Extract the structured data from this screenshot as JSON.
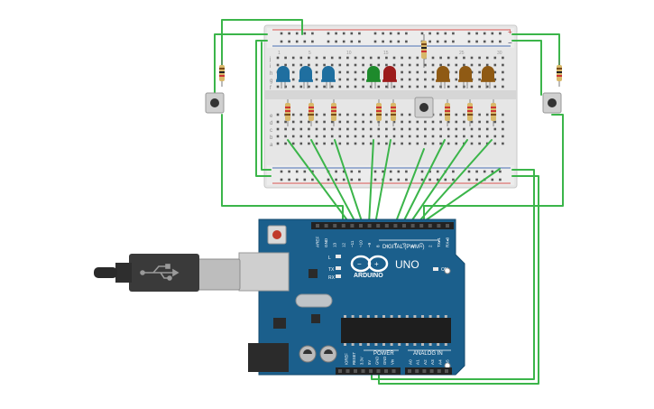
{
  "board": {
    "brand": "ARDUINO",
    "model": "UNO",
    "digital_label": "DIGITAL (PWM~)",
    "power_label": "POWER",
    "analog_label": "ANALOG IN",
    "led_labels": [
      "L",
      "TX",
      "RX"
    ],
    "on_label": "ON",
    "top_header_pins": [
      "AREF",
      "GND",
      "13",
      "12",
      "~11",
      "~10",
      "~9",
      "8",
      "7",
      "~6",
      "~5",
      "4",
      "~3",
      "2",
      "TX▸1",
      "RX◂0"
    ],
    "power_pins": [
      "IOREF",
      "RESET",
      "3.3V",
      "5V",
      "GND",
      "GND",
      "Vin"
    ],
    "analog_pins": [
      "A0",
      "A1",
      "A2",
      "A3",
      "A4",
      "A5"
    ]
  },
  "breadboard": {
    "rail_symbols": [
      "+",
      "−"
    ],
    "row_letters_top": [
      "j",
      "i",
      "h",
      "g",
      "f"
    ],
    "row_letters_bottom": [
      "e",
      "d",
      "c",
      "b",
      "a"
    ],
    "column_numbers": [
      "1",
      "5",
      "10",
      "15",
      "20",
      "25",
      "30"
    ]
  },
  "leds": [
    {
      "color": "#1f6fa0"
    },
    {
      "color": "#1f6fa0"
    },
    {
      "color": "#1f6fa0"
    },
    {
      "color": "#1e8a2c"
    },
    {
      "color": "#9c1c1c"
    },
    {
      "color": "#8f5a14"
    },
    {
      "color": "#8f5a14"
    },
    {
      "color": "#8f5a14"
    }
  ],
  "colors": {
    "wire": "#3bb54a",
    "board": "#1b5f8c",
    "breadboard": "#e8e8e8",
    "usb_plug": "#3a3a3a"
  }
}
